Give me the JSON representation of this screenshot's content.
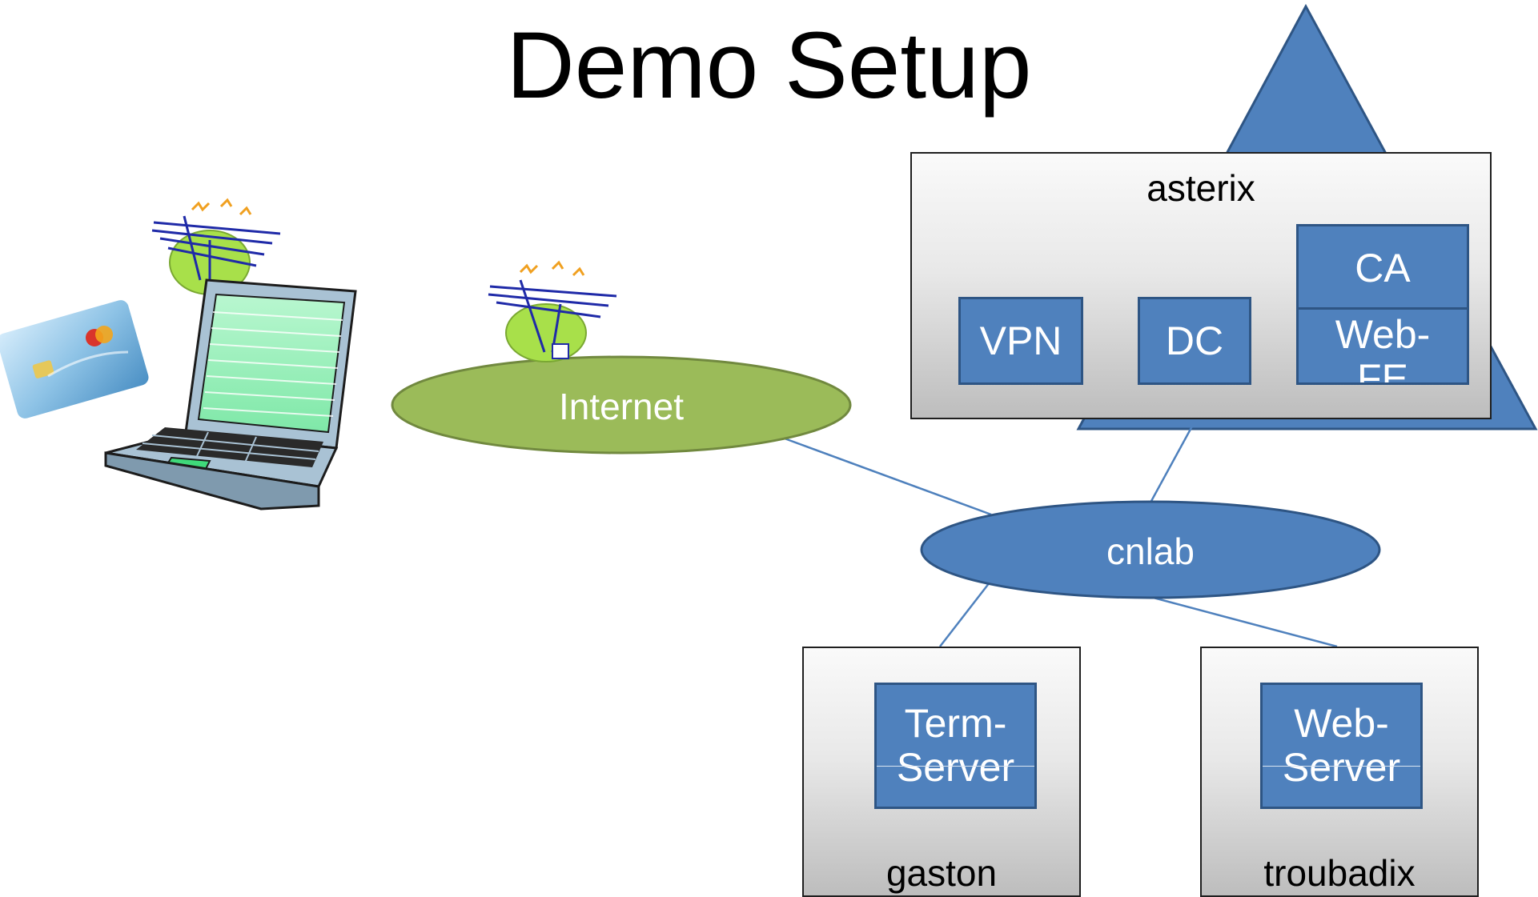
{
  "title": "Demo Setup",
  "networks": {
    "internet": {
      "label": "Internet",
      "color": "#9bbb59"
    },
    "cnlab": {
      "label": "cnlab",
      "color": "#4f81bd"
    }
  },
  "hosts": {
    "asterix": {
      "label": "asterix",
      "services": {
        "vpn": "VPN",
        "dc": "DC",
        "ca": "CA",
        "webfe_line1": "Web-",
        "webfe_line2": "FE"
      }
    },
    "gaston": {
      "label": "gaston",
      "service_line1": "Term-",
      "service_line2": "Server"
    },
    "troubadix": {
      "label": "troubadix",
      "service_line1": "Web-",
      "service_line2": "Server"
    }
  },
  "icons": [
    "smartcard-icon",
    "laptop-icon",
    "wireless-antenna-icon",
    "pyramid-shape"
  ],
  "colors": {
    "accent_blue": "#4f81bd",
    "accent_green": "#9bbb59"
  }
}
